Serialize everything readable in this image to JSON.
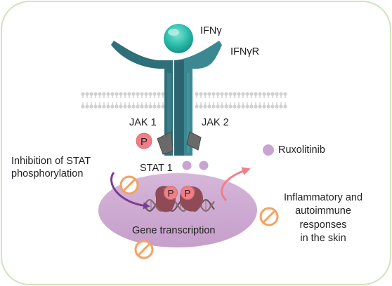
{
  "labels": {
    "ligand": "IFNγ",
    "receptor": "IFNγR",
    "jak1": "JAK 1",
    "jak2": "JAK 2",
    "stat1": "STAT 1",
    "phospho": "P",
    "drug": "Ruxolitinib",
    "inhibition_line1": "Inhibition of STAT",
    "inhibition_line2": "phosphorylation",
    "nucleus": "Gene transcription",
    "outcome_line1": "Inflammatory and",
    "outcome_line2": "autoimmune",
    "outcome_line3": "responses",
    "outcome_line4": "in the skin"
  },
  "colors": {
    "border": "#cfe4bd",
    "receptor": "#2f6f7a",
    "receptor_light": "#3b8892",
    "ligand": "#2bbcaa",
    "membrane": "#d0d0d0",
    "jak": "#6a6a6a",
    "stat_protein": "#8e4b57",
    "phospho": "#ef7f86",
    "nucleus": "#ceaad2",
    "drug": "#c9a4d2",
    "arrow_left": "#7a3d96",
    "arrow_right": "#ef7f88",
    "inhibit_icon": "#f5a25f"
  },
  "icons": {
    "inhibit": "no-symbol-icon",
    "arrow": "curved-arrow-icon"
  }
}
